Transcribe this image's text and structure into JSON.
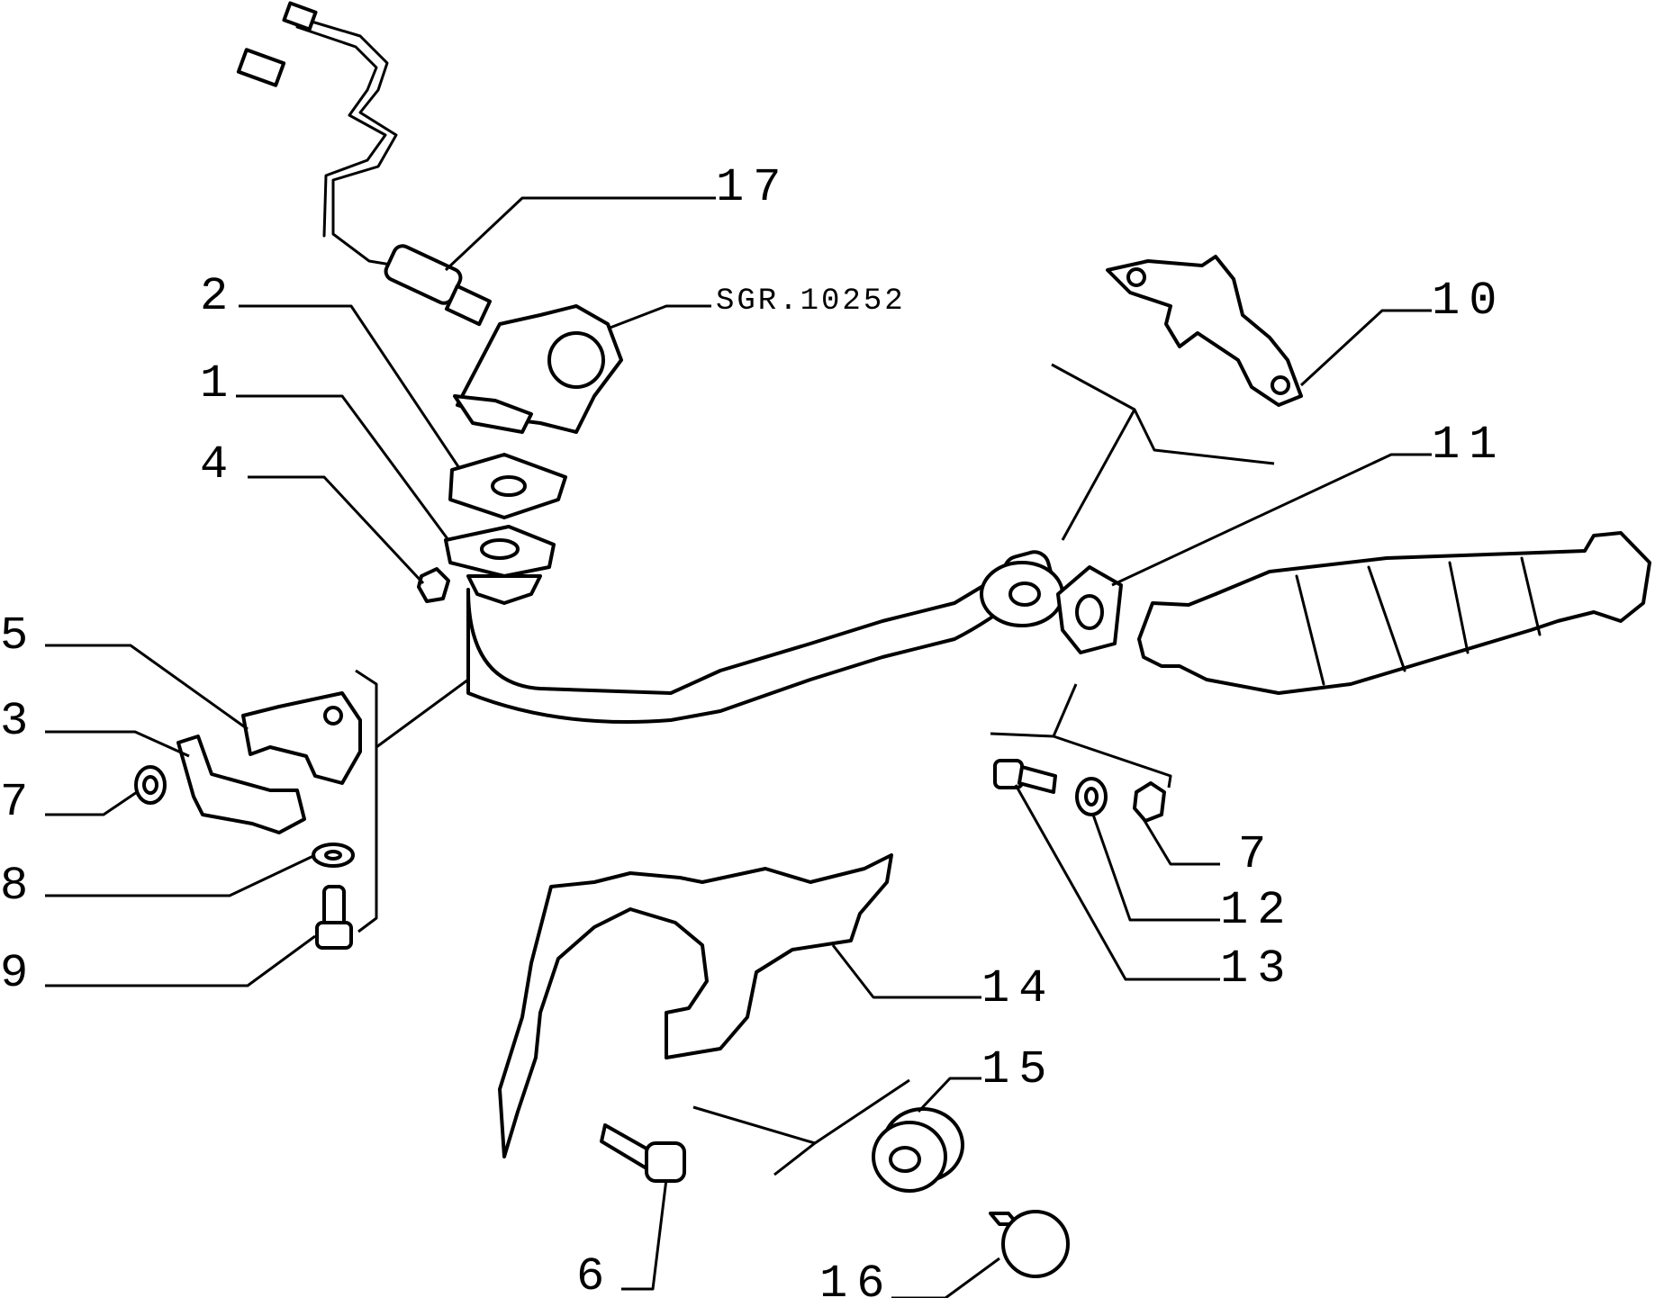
{
  "callouts": {
    "c1": "1",
    "c2": "2",
    "c3": "3",
    "c4": "4",
    "c5": "5",
    "c6": "6",
    "c7a": "7",
    "c7b": "7",
    "c8": "8",
    "c9": "9",
    "c10": "10",
    "c11": "11",
    "c12": "12",
    "c13": "13",
    "c14": "14",
    "c15": "15",
    "c16": "16",
    "c17": "17"
  },
  "reference": "SGR.10252",
  "colors": {
    "line": "#000000",
    "background": "#ffffff"
  }
}
